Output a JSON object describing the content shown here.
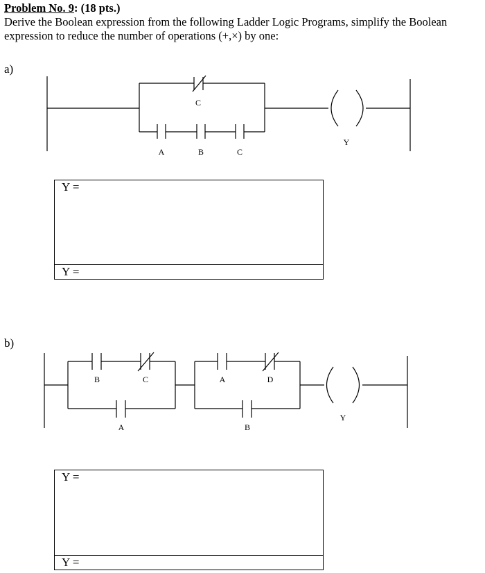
{
  "problem": {
    "number_label": "Problem No. 9",
    "points": ": (18 pts.)",
    "instructions": "Derive the Boolean expression from the following Ladder Logic Programs, simplify the Boolean expression to reduce the number of operations (+,×) by one:"
  },
  "part_a": {
    "label": "a)",
    "contacts": {
      "top_nc": "C",
      "bottom_1": "A",
      "bottom_2": "B",
      "bottom_3": "C"
    },
    "coil": "Y",
    "answer_top": "Y =",
    "answer_bottom": "Y ="
  },
  "part_b": {
    "label": "b)",
    "contacts": {
      "g1_top_no": "B",
      "g1_top_nc": "C",
      "g1_bottom": "A",
      "g2_top_no": "A",
      "g2_top_nc": "D",
      "g2_bottom": "B"
    },
    "coil": "Y",
    "answer_top": "Y =",
    "answer_bottom": "Y ="
  }
}
